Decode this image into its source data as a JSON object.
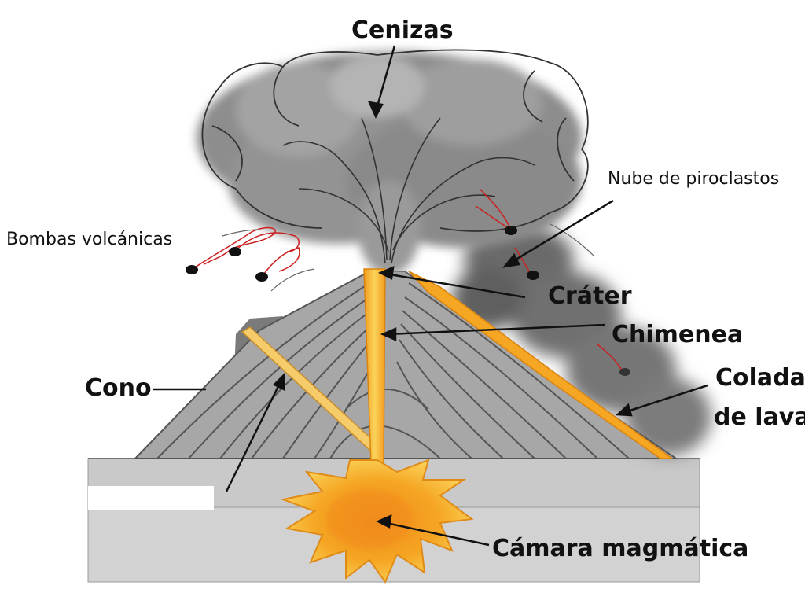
{
  "diagram": {
    "labels": {
      "cenizas": "Cenizas",
      "nube_piroclastos": "Nube de piroclastos",
      "bombas_volcanicas": "Bombas volcánicas",
      "crater": "Cráter",
      "chimenea": "Chimenea",
      "cono": "Cono",
      "colada_line1": "Colada",
      "colada_line2": "de lava",
      "camara_magmatica": "Cámara magmática"
    },
    "colors": {
      "ash": "#8a8a8a",
      "cone": "#9a9a9a",
      "ground": "#cfcfcf",
      "magma": "#f5a623",
      "magma_light": "#fbd35a",
      "bomb_trail": "#cc1f1f"
    }
  }
}
